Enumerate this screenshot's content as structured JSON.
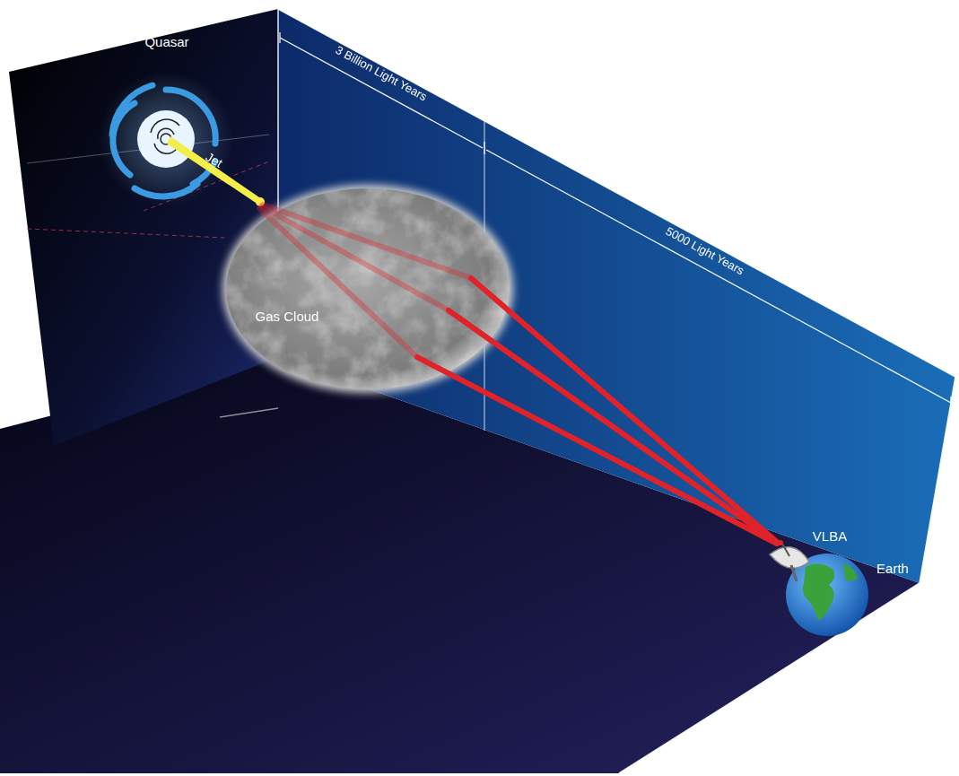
{
  "diagram": {
    "labels": [
      "Quasar",
      "Jet",
      "3 Billion Light Years",
      "5000 Light Years",
      "Gas Cloud",
      "VLBA",
      "Earth"
    ]
  }
}
